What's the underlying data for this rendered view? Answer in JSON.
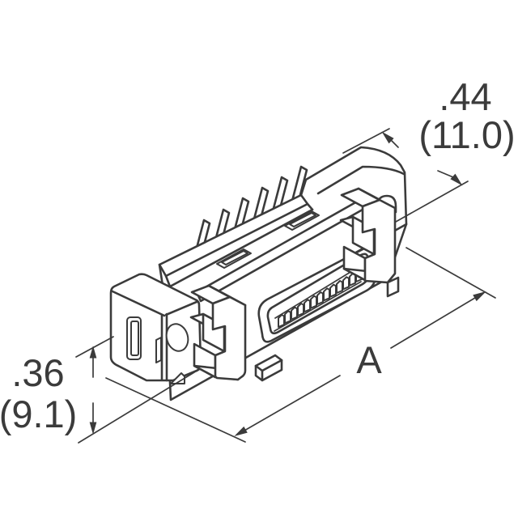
{
  "page": {
    "background": "#ffffff",
    "line_color": "#3b3b3b"
  },
  "drawing": {
    "kind": "isometric technical line drawing",
    "subject": "right-angle board-mount ribbon connector with latch clips, solder pins and mounting feet",
    "dimensions": {
      "depth": {
        "inches": ".44",
        "millimeters": "(11.0)"
      },
      "height": {
        "inches": ".36",
        "millimeters": "(9.1)"
      },
      "length": {
        "label": "A"
      }
    }
  }
}
